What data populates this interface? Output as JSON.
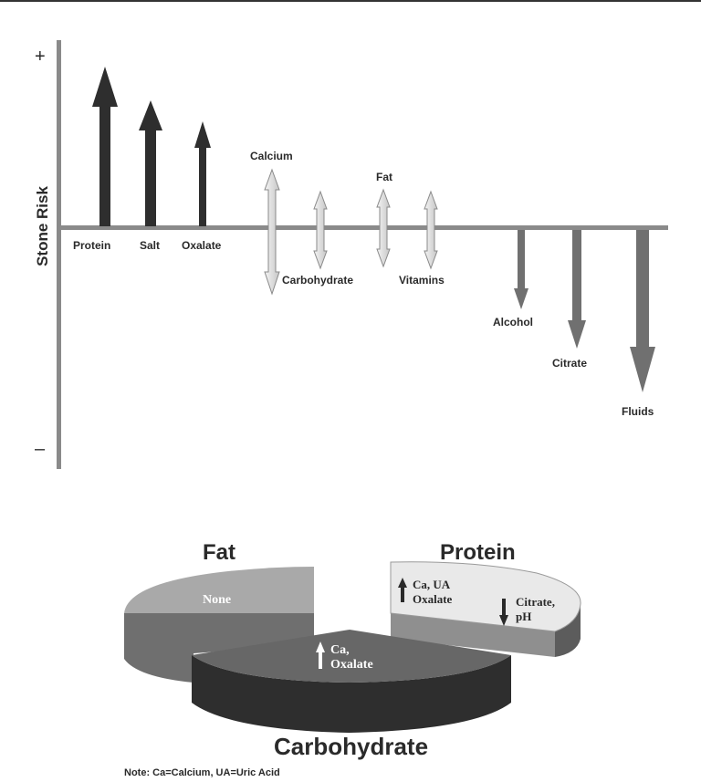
{
  "risk_chart": {
    "axis_title": "Stone Risk",
    "plus_label": "+",
    "minus_label": "–",
    "factors": [
      {
        "label": "Protein",
        "effect": "increase",
        "magnitude": 0.95
      },
      {
        "label": "Salt",
        "effect": "increase",
        "magnitude": 0.75
      },
      {
        "label": "Oxalate",
        "effect": "increase",
        "magnitude": 0.62
      },
      {
        "label": "Calcium",
        "effect": "variable"
      },
      {
        "label": "Carbohydrate",
        "effect": "variable"
      },
      {
        "label": "Fat",
        "effect": "variable"
      },
      {
        "label": "Vitamins",
        "effect": "variable"
      },
      {
        "label": "Alcohol",
        "effect": "decrease",
        "magnitude": 0.33
      },
      {
        "label": "Citrate",
        "effect": "decrease",
        "magnitude": 0.52
      },
      {
        "label": "Fluids",
        "effect": "decrease",
        "magnitude": 0.73
      }
    ],
    "colors": {
      "increase": "#2e2e2e",
      "variable": "#e2e2e2",
      "decrease": "#707070",
      "axis": "#8a8a8a"
    }
  },
  "pie": {
    "fat": {
      "title": "Fat",
      "text": "None"
    },
    "protein": {
      "title": "Protein",
      "up_text": [
        "Ca, UA",
        "Oxalate"
      ],
      "down_text": [
        "Citrate,",
        "pH"
      ]
    },
    "carbohydrate": {
      "title": "Carbohydrate",
      "up_text": [
        "Ca,",
        "Oxalate"
      ]
    },
    "note": "Note:  Ca=Calcium, UA=Uric Acid"
  }
}
